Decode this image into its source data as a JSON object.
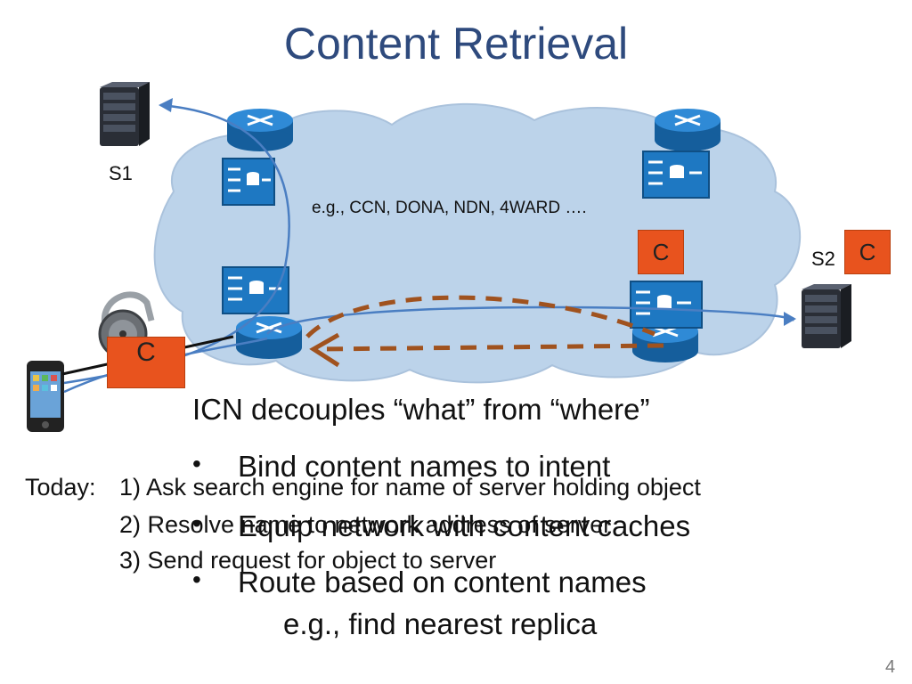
{
  "slide": {
    "title": "Content Retrieval",
    "page_number": "4"
  },
  "diagram": {
    "server_labels": [
      "S1",
      "S2"
    ],
    "cloud_label": "e.g., CCN, DONA, NDN, 4WARD ….",
    "cache_label": "C"
  },
  "main_points": {
    "heading": "ICN decouples “what” from “where”",
    "bullets": [
      "Bind content names to intent",
      "Equip network with content caches",
      "Route based on content names"
    ],
    "bullet_symbol": "•",
    "sub_note": "e.g., find nearest replica"
  },
  "today": {
    "prefix": "Today:",
    "steps": [
      "1) Ask search engine for name of server holding object",
      "2) Resolve name to network address of server",
      "3) Send request for object to server"
    ]
  },
  "colors": {
    "title": "#2e4a7d",
    "cloud": "#bcd3ea",
    "router": "#1e78c2",
    "cache": "#e8531e",
    "dashed_path": "#a0521e",
    "path": "#4a7ec2"
  }
}
